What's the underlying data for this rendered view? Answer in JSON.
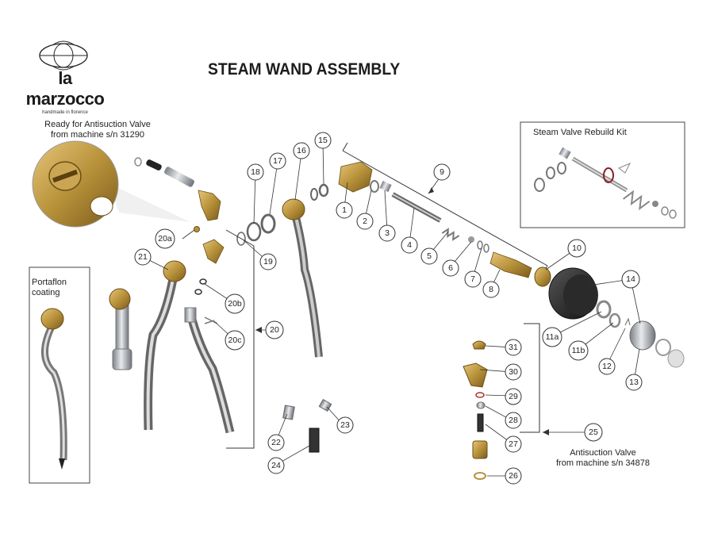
{
  "brand": {
    "name": "la marzocco",
    "tagline": "handmade in florence",
    "logo_icon": "lion-globe-logo-icon"
  },
  "title": "STEAM WAND ASSEMBLY",
  "notes": {
    "antisuction_top": [
      "Ready for Antisuction Valve",
      "from machine s/n 31290"
    ],
    "portaflon": [
      "Portaflon",
      "coating"
    ],
    "rebuild_kit": "Steam Valve Rebuild Kit",
    "antisuction_bottom": [
      "Antisuction Valve",
      "from machine s/n 34878"
    ]
  },
  "callouts": [
    "1",
    "2",
    "3",
    "4",
    "5",
    "6",
    "7",
    "8",
    "9",
    "10",
    "11a",
    "11b",
    "12",
    "13",
    "14",
    "15",
    "16",
    "17",
    "18",
    "19",
    "20",
    "20a",
    "20b",
    "20c",
    "21",
    "22",
    "23",
    "24",
    "25",
    "26",
    "27",
    "28",
    "29",
    "30",
    "31"
  ],
  "colors": {
    "brass": "#b8923a",
    "steel": "#b8bcc2",
    "dark": "#2b2b2b",
    "line": "#333333"
  }
}
